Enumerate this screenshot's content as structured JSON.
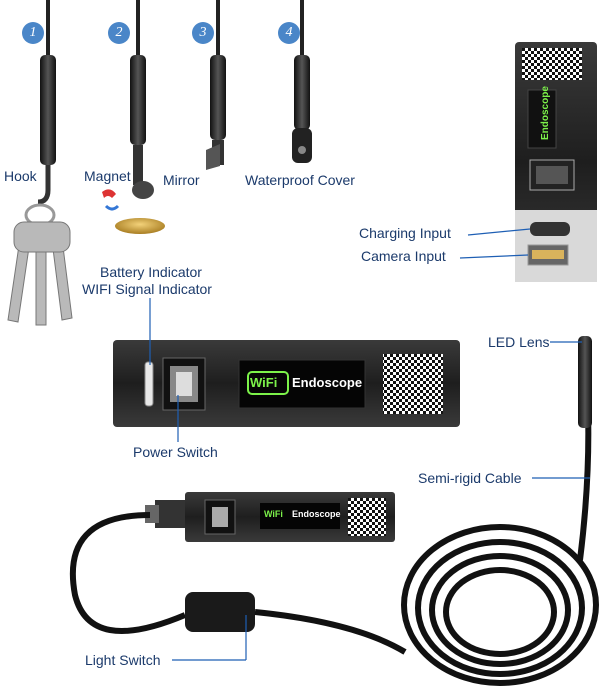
{
  "tips": [
    {
      "number": "1",
      "label": "Hook"
    },
    {
      "number": "2",
      "label": "Magnet"
    },
    {
      "number": "3",
      "label": "Mirror"
    },
    {
      "number": "4",
      "label": "Waterproof Cover"
    }
  ],
  "device_labels": {
    "charging_input": "Charging Input",
    "camera_input": "Camera Input",
    "battery_indicator": "Battery Indicator",
    "wifi_signal_indicator": "WIFI Signal Indicator",
    "power_switch": "Power Switch",
    "led_lens": "LED Lens",
    "semi_rigid_cable": "Semi-rigid Cable",
    "light_switch": "Light Switch"
  },
  "branding": {
    "wifi_badge": "WiFi",
    "product_name": "Endoscope"
  },
  "colors": {
    "number_badge": "#4a86c8",
    "label_text": "#1b3a6b",
    "display_green": "#7cf24a",
    "device_body": "#2a2a2a"
  }
}
